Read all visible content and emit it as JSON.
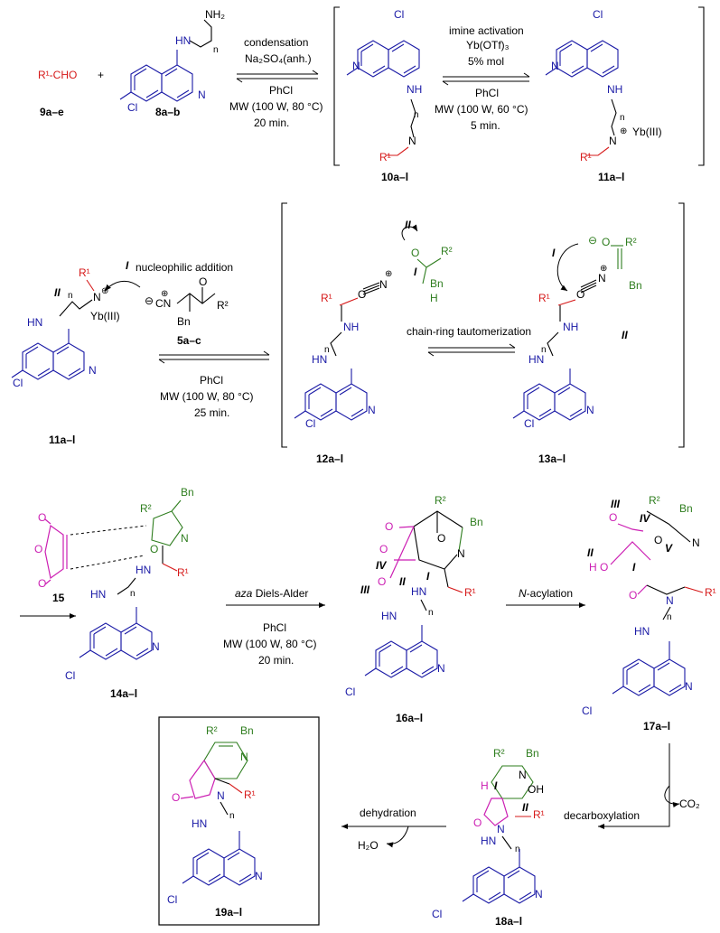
{
  "compounds": {
    "c9": "9a–e",
    "c8": "8a–b",
    "c10": "10a–l",
    "c11": "11a–l",
    "c11b": "11a–l",
    "c5": "5a–c",
    "c12": "12a–l",
    "c13": "13a–l",
    "c15": "15",
    "c14": "14a–l",
    "c16": "16a–l",
    "c17": "17a–l",
    "c18": "18a–l",
    "c19": "19a–l"
  },
  "reagents": {
    "r1cho": "R¹-CHO",
    "plus": "+",
    "nh2": "NH₂",
    "step1": [
      "condensation",
      "Na₂SO₄(anh.)",
      "PhCl",
      "MW (100 W, 80 °C)",
      "20 min."
    ],
    "step2": [
      "imine activation",
      "Yb(OTf)₃",
      "5% mol",
      "PhCl",
      "MW (100 W, 60 °C)",
      "5 min."
    ],
    "step3_top": "nucleophilic addition",
    "step3_bottom": [
      "PhCl",
      "MW (100 W, 80 °C)",
      "25 min."
    ],
    "tautomer": "chain-ring tautomerization",
    "step4_italic": "aza",
    "step4_rest": " Diels-Alder",
    "step4": [
      "PhCl",
      "MW (100 W, 80 °C)",
      "20 min."
    ],
    "acyl_italic": "N",
    "acyl_rest": "-acylation",
    "decarb": "decarboxylation",
    "co2": "CO₂",
    "dehyd": "dehydration",
    "h2o": "H₂O"
  },
  "atoms": {
    "cl": "Cl",
    "n": "N",
    "nh": "NH",
    "hn": "HN",
    "o": "O",
    "r1": "R¹",
    "r2": "R²",
    "bn": "Bn",
    "h": "H",
    "oh": "OH",
    "ybiii": "Yb(III)",
    "n_sub": "n",
    "cn": "CN",
    "plus_sign": "⊕",
    "minus_sign": "⊖"
  },
  "labels": {
    "I": "I",
    "II": "II",
    "III": "III",
    "IV": "IV",
    "V": "V"
  },
  "colors": {
    "quinoline": "#1a1aa6",
    "aldehyde": "#d61a1a",
    "isocyanide": "#2e7d1e",
    "maleic": "#cc1fb3"
  }
}
